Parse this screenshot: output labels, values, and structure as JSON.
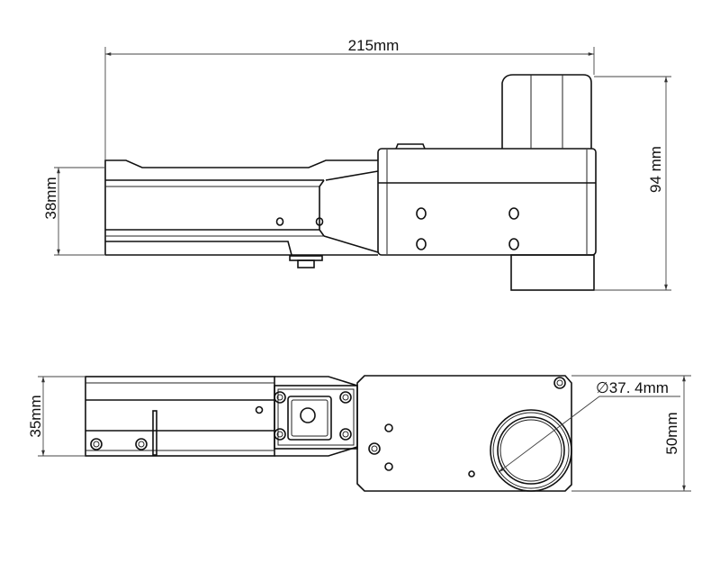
{
  "title": "Mechanical dimension drawing - top and bottom views",
  "dimensions": {
    "overall_length": "215mm",
    "overall_height": "94 mm",
    "arm_height": "38mm",
    "arm_width": "35mm",
    "head_width": "50mm",
    "bore_diameter": "∅37. 4mm"
  },
  "colors": {
    "line": "#111111",
    "background": "#ffffff"
  }
}
